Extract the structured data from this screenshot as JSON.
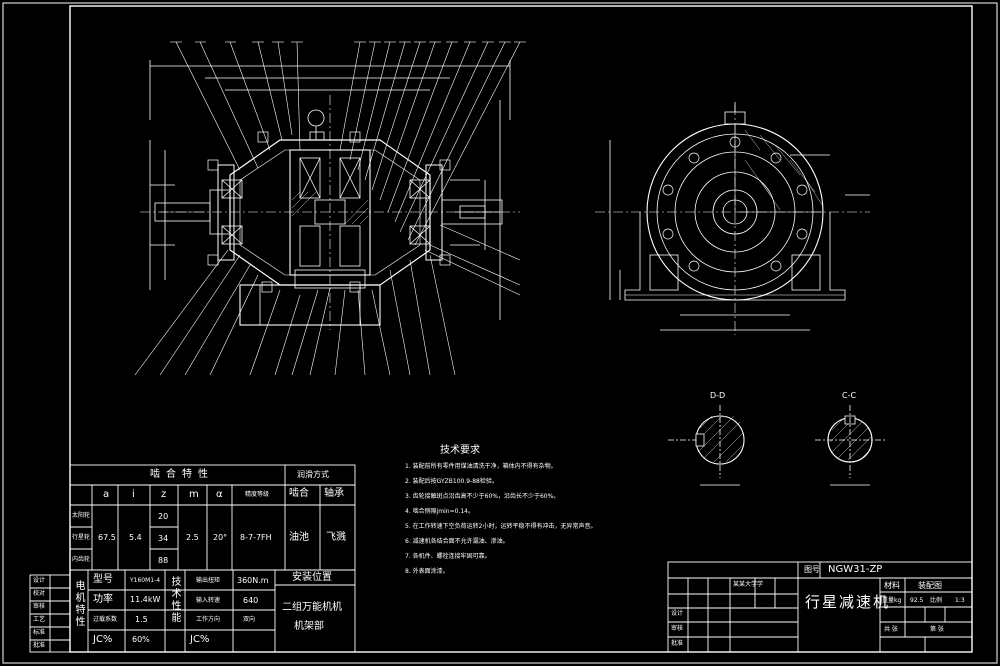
{
  "drawing": {
    "section_dd": "D-D",
    "section_cc": "C-C"
  },
  "tech": {
    "title": "技术要求",
    "items": [
      "1. 装配前所有零件用煤油清洗干净，箱体内不得有杂物。",
      "2. 装配后按GYZB100.9-88检验。",
      "3. 齿轮接触斑点沿齿高不少于60%，沿齿长不少于60%。",
      "4. 啮合侧隙jmin=0.14。",
      "5. 在工作转速下空负荷运转2小时，运转平稳不得有冲击，无异常声音。",
      "6. 减速机各结合面不允许漏油、渗油。",
      "7. 各机件、螺栓连接牢固可靠。",
      "8. 外表面涂漆。"
    ]
  },
  "mesh": {
    "title": "啮合特性",
    "lube_title": "润滑方式",
    "h_a": "a",
    "h_i": "i",
    "h_z": "z",
    "h_m": "m",
    "h_alpha": "α",
    "h_grade": "精度等级",
    "h_mesh": "啮合",
    "h_bearing": "轴承",
    "row1": "太阳轮",
    "row2": "行星轮",
    "row3": "内齿轮",
    "a": "67.5",
    "i": "5.4",
    "z1": "20",
    "z2": "34",
    "z3": "88",
    "m": "2.5",
    "alpha": "20°",
    "grade": "8-7-7FH",
    "lube_mesh": "油池",
    "lube_bearing": "飞溅"
  },
  "motor": {
    "side_label": "电机特性",
    "model_label": "型号",
    "model": "Y160M1-4",
    "power_label": "功率",
    "power": "11.4kW",
    "overload_label": "过载系数",
    "overload": "1.5",
    "jc_label": "JC%",
    "jc": "60%",
    "tech_side": "技术性能",
    "torque_label": "输出扭矩",
    "torque": "360N.m",
    "speed_label": "输入转速",
    "speed": "640",
    "dir_label": "工作方向",
    "dir": "双向",
    "jc2_label": "JC%",
    "install_title": "安装位置",
    "install_1": "二组万能机机",
    "install_2": "机架部"
  },
  "title_block": {
    "drawing_no_label": "图号",
    "drawing_no": "NGW31-ZP",
    "name": "行星减速机",
    "material_label": "材料",
    "material": "装配图",
    "weight_label": "重量kg",
    "weight": "92.5",
    "scale_label": "比例",
    "scale": "1:3",
    "sheets_label": "共 张",
    "sheet_label": "第 张",
    "school": "某某大学学",
    "design": "设计",
    "check": "审核",
    "approve": "批准",
    "left_rows": [
      "设计",
      "校对",
      "审核",
      "工艺",
      "标准",
      "批准"
    ]
  }
}
